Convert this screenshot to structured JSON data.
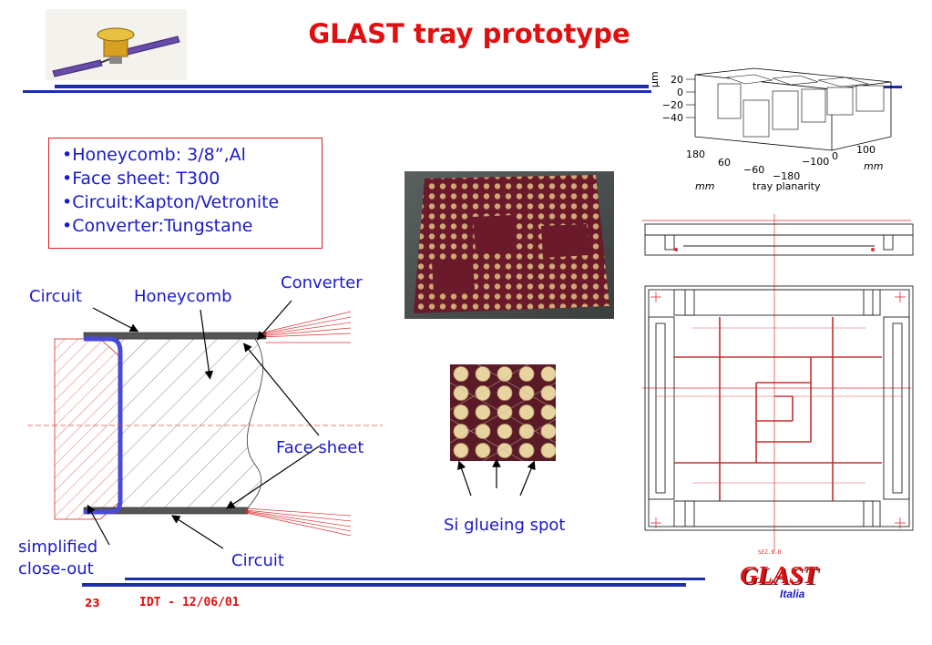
{
  "title": "GLAST tray prototype",
  "bullets": [
    "•Honeycomb: 3/8”,Al",
    "•Face sheet: T300",
    "•Circuit:Kapton/Vetronite",
    "•Converter:Tungstane"
  ],
  "labels": {
    "circuit_top": "Circuit",
    "honeycomb": "Honeycomb",
    "converter": "Converter",
    "face_sheet": "Face sheet",
    "simplified": "simplified",
    "close_out": "close-out",
    "circuit_bottom": "Circuit",
    "si_glueing": "Si glueing spot"
  },
  "planarity_plot": {
    "z_ticks": [
      "20",
      "0",
      "−20",
      "−40"
    ],
    "z_unit": "μm",
    "left_axis_ticks": [
      "180",
      "60",
      "−60",
      "−180"
    ],
    "right_axis_ticks": [
      "100",
      "0",
      "−100"
    ],
    "left_unit": "mm",
    "right_unit": "mm",
    "caption": "tray planarity"
  },
  "drawing_label": "SEZ.B-B",
  "footer": {
    "page_number": "23",
    "text": "IDT - 12/06/01"
  },
  "logo": {
    "main": "GLAST",
    "sub": "Italia"
  },
  "colors": {
    "title": "#e01010",
    "text_blue": "#1a1acc",
    "rule_blue": "#1a2fa8",
    "red_lines": "#e03030"
  }
}
